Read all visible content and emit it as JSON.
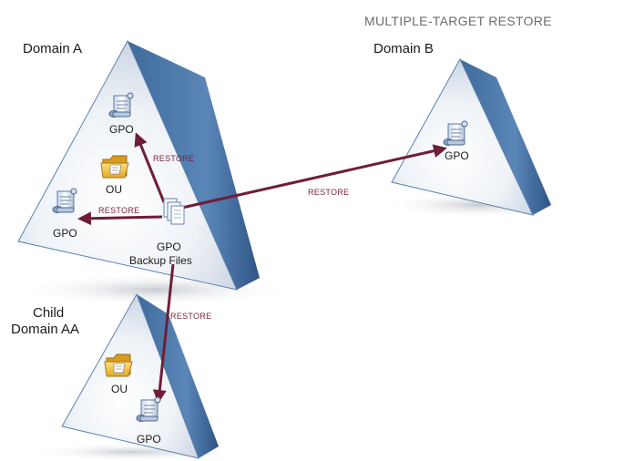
{
  "title": "MULTIPLE-TARGET RESTORE",
  "domains": {
    "a": "Domain A",
    "b": "Domain B",
    "child_line1": "Child",
    "child_line2": "Domain AA"
  },
  "objects": {
    "gpo": "GPO",
    "ou": "OU",
    "backup_line1": "GPO",
    "backup_line2": "Backup Files"
  },
  "arrows": {
    "restore": "RESTORE"
  },
  "colors": {
    "triangle_face": "#dfe6f0",
    "triangle_side": "#4a74a6",
    "arrow": "#6e1e36",
    "folder": "#f0c64a"
  },
  "icons": [
    "scroll-icon",
    "folder-icon",
    "backup-files-icon"
  ]
}
